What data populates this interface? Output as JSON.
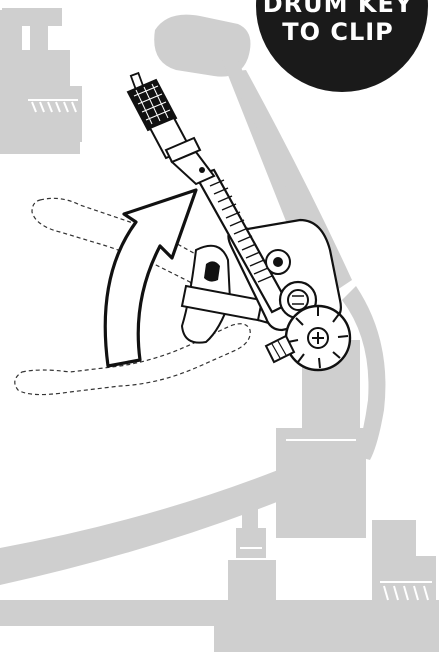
{
  "badge": {
    "line1": "DRUM KEY",
    "line2": "TO CLIP",
    "background_color": "#1a1a1a",
    "text_color": "#ffffff"
  },
  "colors": {
    "pedal_gray": "#cfcfcf",
    "clip_outline": "#111111",
    "arrow_fill": "#ffffff",
    "dashed_outline": "#333333"
  },
  "icons": {
    "badge": "instruction-badge",
    "arrow": "curved-rotate-arrow",
    "key": "drum-key-icon",
    "clip": "drum-key-clip",
    "pedal": "bass-drum-pedal",
    "ghost": "drum-key-previous-position-outline"
  }
}
